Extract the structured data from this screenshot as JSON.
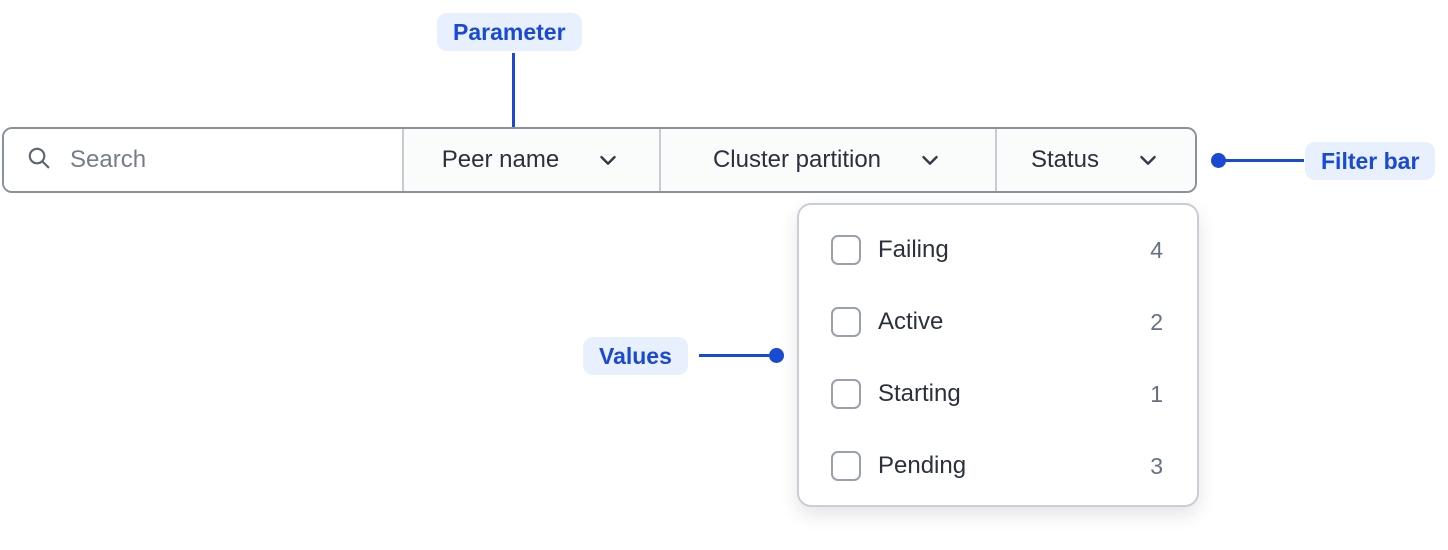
{
  "annotations": {
    "parameter_label": "Parameter",
    "filter_bar_label": "Filter bar",
    "values_label": "Values"
  },
  "filter_bar": {
    "search_placeholder": "Search",
    "dropdowns": [
      {
        "label": "Peer name"
      },
      {
        "label": "Cluster partition"
      },
      {
        "label": "Status"
      }
    ]
  },
  "status_dropdown": {
    "options": [
      {
        "label": "Failing",
        "count": "4",
        "checked": false
      },
      {
        "label": "Active",
        "count": "2",
        "checked": false
      },
      {
        "label": "Starting",
        "count": "1",
        "checked": false
      },
      {
        "label": "Pending",
        "count": "3",
        "checked": false
      }
    ]
  },
  "icons": {
    "search": "magnifying-glass",
    "dropdown": "chevron-down"
  },
  "colors": {
    "annotation_accent": "#1b4ad2",
    "annotation_badge_bg": "#e8effd",
    "filter_bar_border": "#8b919c",
    "segment_divider": "#c7cbd2",
    "segment_bg": "#fafbfb",
    "text_primary": "#2b313c",
    "text_secondary": "#667080",
    "placeholder_text": "#767d89",
    "checkbox_border": "#9aa1ad",
    "panel_border": "#c9cdd4"
  }
}
